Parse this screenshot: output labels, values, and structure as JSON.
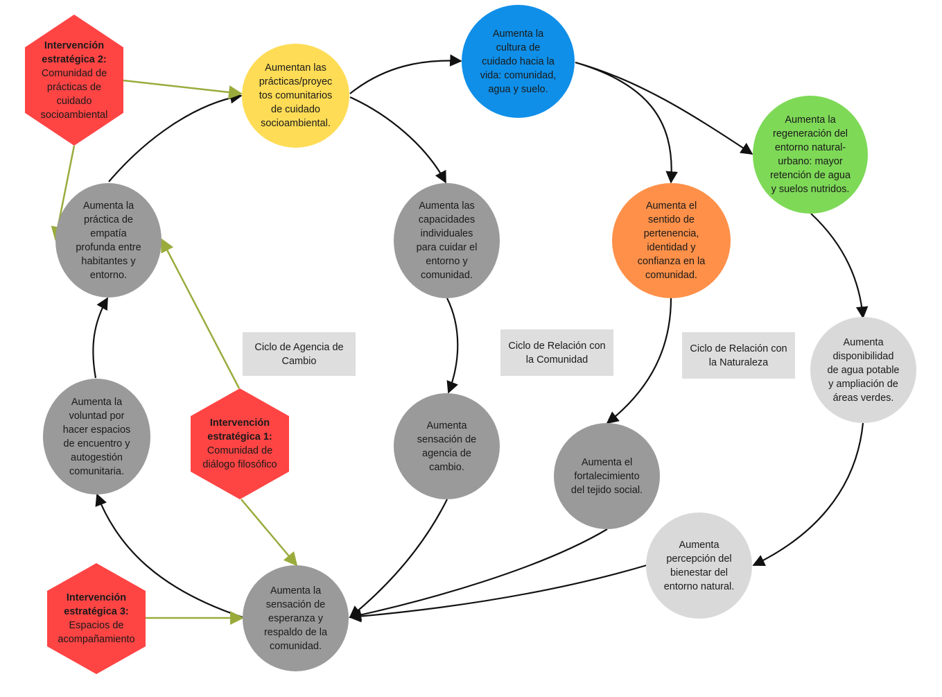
{
  "colors": {
    "dark_gray": "#9a9a9a",
    "light_gray": "#d9d9d9",
    "yellow": "#fedc56",
    "blue": "#0f8fe8",
    "orange": "#fe9049",
    "green": "#7ed957",
    "red": "#ff4444",
    "olive_arrow": "#9aab3c",
    "black_arrow": "#111111",
    "label_box": "#dedede"
  },
  "nodes": {
    "empatia": "Aumenta la\npráctica de\nempatía\nprofunda entre\nhabitantes y\nentorno.",
    "practicas": "Aumentan las\nprácticas/proyec\ntos comunitarios\nde cuidado\nsocioambiental.",
    "cultura": "Aumenta la\ncultura de\ncuidado hacia la\nvida: comunidad,\nagua y suelo.",
    "regeneracion": "Aumenta la\nregeneración del\nentorno natural-\nurbano: mayor\nretención de agua\ny suelos nutridos.",
    "capacidades": "Aumenta las\ncapacidades\nindividuales\npara cuidar el\nentorno y\ncomunidad.",
    "pertenencia": "Aumenta el\nsentido de\npertenencia,\nidentidad y\nconfianza en la\ncomunidad.",
    "disponibilidad": "Aumenta\ndisponibilidad\nde agua potable\ny ampliación de\náreas verdes.",
    "voluntad": "Aumenta la\nvoluntad por\nhacer espacios\nde encuentro y\nautogestión\ncomunitaria.",
    "agencia": "Aumenta\nsensación de\nagencia de\ncambio.",
    "tejido": "Aumenta el\nfortalecimiento\ndel tejido social.",
    "percepcion": "Aumenta\npercepción del\nbienestar del\nentorno natural.",
    "esperanza": "Aumenta la\nsensación de\nesperanza y\nrespaldo de la\ncomunidad."
  },
  "interventions": {
    "ie2": {
      "title": "Intervención\nestratégica 2:",
      "desc": "Comunidad de\nprácticas de\ncuidado\nsocioambiental"
    },
    "ie1": {
      "title": "Intervención\nestratégica 1:",
      "desc": "Comunidad de\ndiálogo filosófico"
    },
    "ie3": {
      "title": "Intervención\nestratégica 3:",
      "desc": "Espacios de\nacompañamiento"
    }
  },
  "cycles": {
    "agencia": "Ciclo de Agencia de\nCambio",
    "comunidad": "Ciclo de  Relación con\nla Comunidad",
    "naturaleza": "Ciclo de Relación con\nla Naturaleza"
  }
}
